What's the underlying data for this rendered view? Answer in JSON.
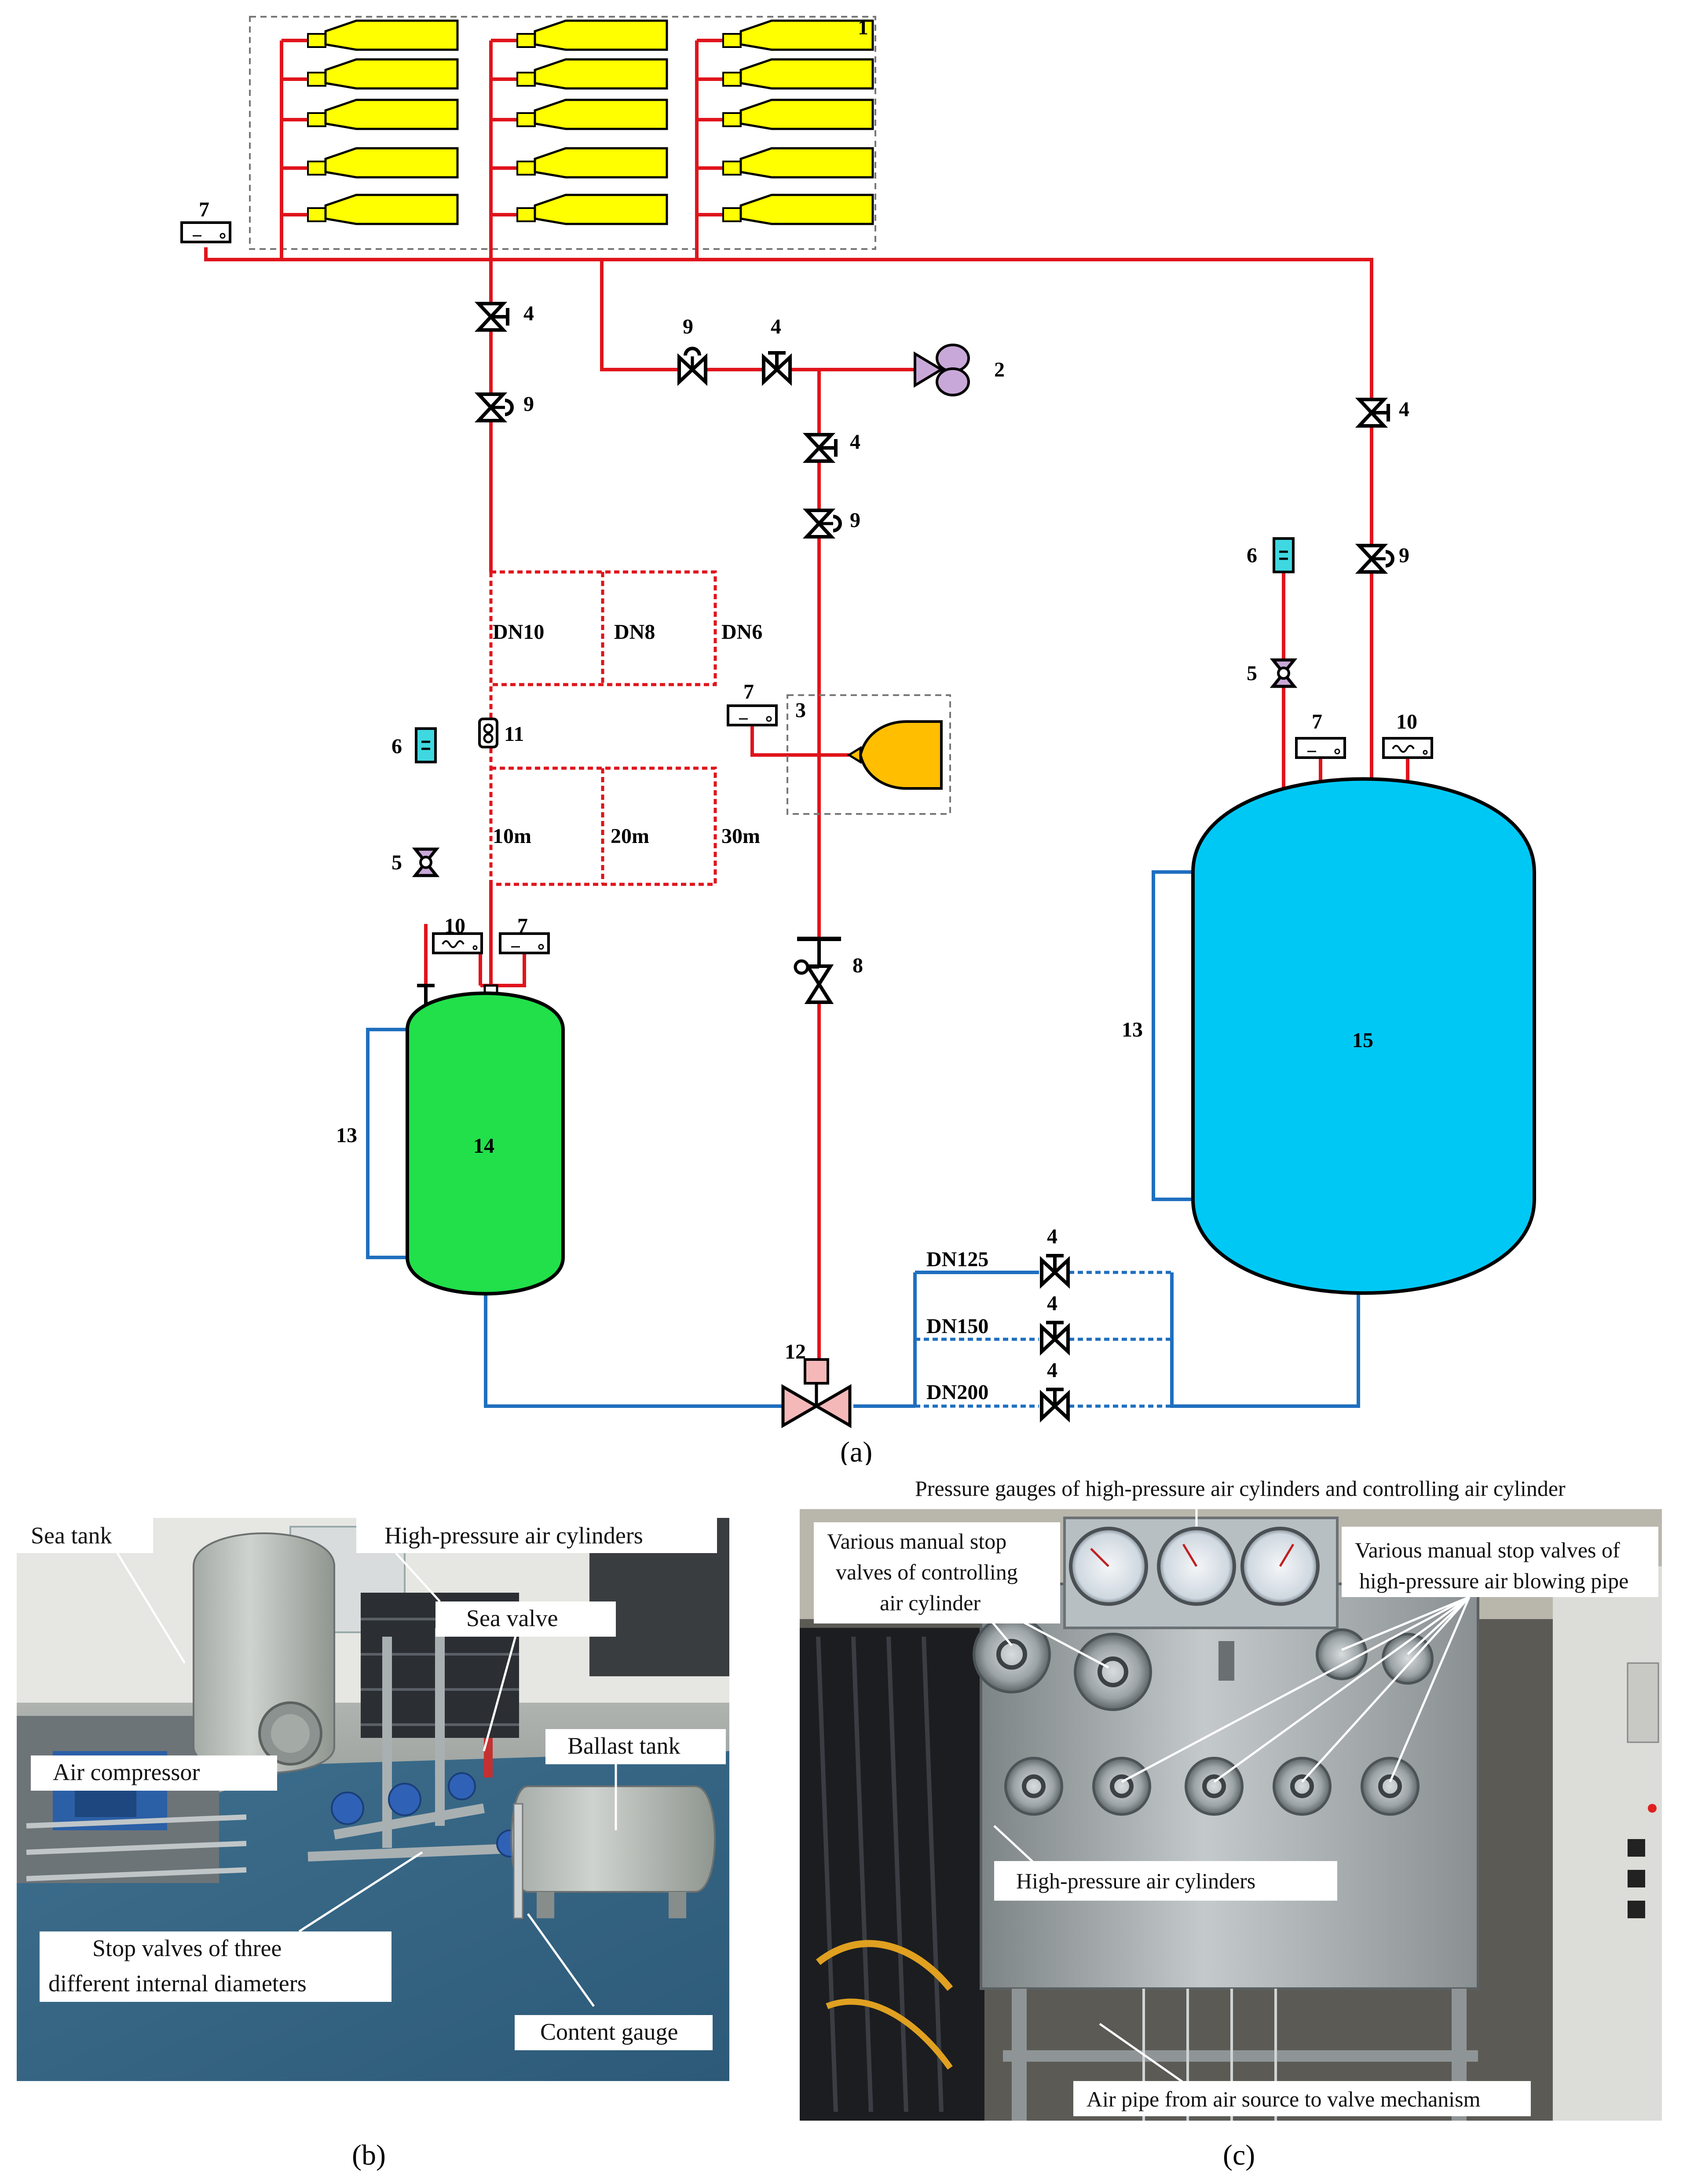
{
  "figure": {
    "diagram_labels": {
      "n1": "1",
      "n2": "2",
      "n3": "3",
      "n4": "4",
      "n5": "5",
      "n6": "6",
      "n7": "7",
      "n8": "8",
      "n9": "9",
      "n10": "10",
      "n11": "11",
      "n12": "12",
      "n13": "13",
      "n14": "14",
      "n15": "15"
    },
    "pipe_labels": {
      "dn10": "DN10",
      "dn8": "DN8",
      "dn6": "DN6",
      "len10": "10m",
      "len20": "20m",
      "len30": "30m",
      "dn125": "DN125",
      "dn150": "DN150",
      "dn200": "DN200"
    },
    "captions": {
      "a": "(a)",
      "b": "(b)",
      "c": "(c)"
    },
    "photo_b": {
      "sea_tank": "Sea tank",
      "hp_cylinders": "High-pressure air cylinders",
      "sea_valve": "Sea valve",
      "ballast_tank": "Ballast tank",
      "air_compressor": "Air compressor",
      "stop_valves_l1": "Stop valves of three",
      "stop_valves_l2": "different internal diameters",
      "content_gauge": "Content gauge"
    },
    "photo_c": {
      "gauges": "Pressure gauges of high-pressure air cylinders and controlling air cylinder",
      "manual_ctrl_l1": "Various manual stop",
      "manual_ctrl_l2": "valves of controlling",
      "manual_ctrl_l3": "air cylinder",
      "manual_hp_l1": "Various manual stop valves of",
      "manual_hp_l2": "high-pressure air blowing pipe",
      "hp_cylinders": "High-pressure air cylinders",
      "air_pipe": "Air pipe from air source to valve mechanism"
    }
  },
  "colors": {
    "air_pipe": "#e0141c",
    "water_pipe": "#1f6fbf",
    "cylinder": "#ffff00",
    "ballast_tank": "#21e04a",
    "sea_tank": "#00c8f5",
    "control_cylinder": "#ffbe00",
    "compressor": "#c8a8d8",
    "sea_valve": "#f4b8b8",
    "level_gauge": "#3fd8e0"
  }
}
